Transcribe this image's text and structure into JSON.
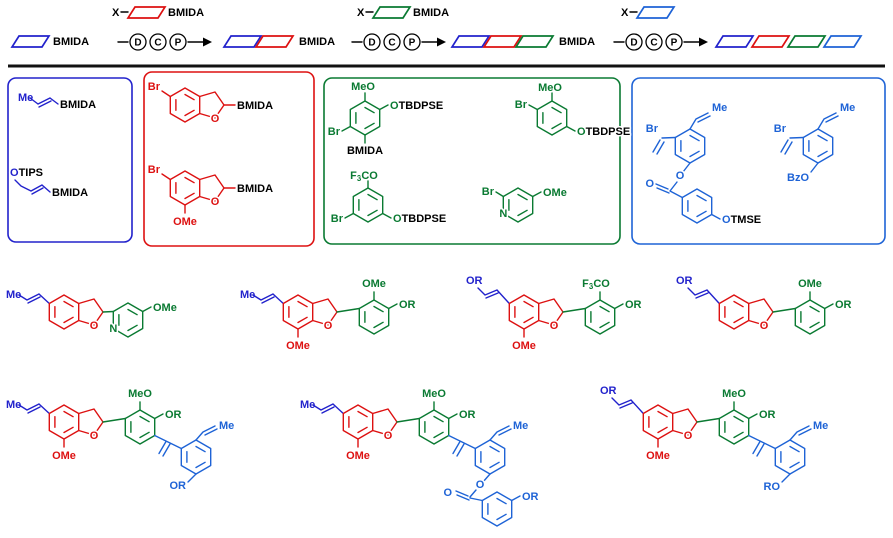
{
  "colors": {
    "blue": "#2222cc",
    "red": "#dd1111",
    "green": "#0a7a32",
    "navy": "#1e63d6",
    "ink": "#000000"
  },
  "labels": {
    "x": "X",
    "bmida": "BMIDA",
    "d": "D",
    "c": "C",
    "p": "P",
    "me": "Me",
    "br": "Br",
    "o": "O",
    "n": "N",
    "ome": "OMe",
    "meo": "MeO",
    "or": "OR",
    "ro": "RO",
    "tips": "TIPS",
    "tbdpse": "TBDPSE",
    "tmse": "TMSE",
    "bzo": "BzO",
    "f": "F",
    "three": "3",
    "co": "CO"
  }
}
